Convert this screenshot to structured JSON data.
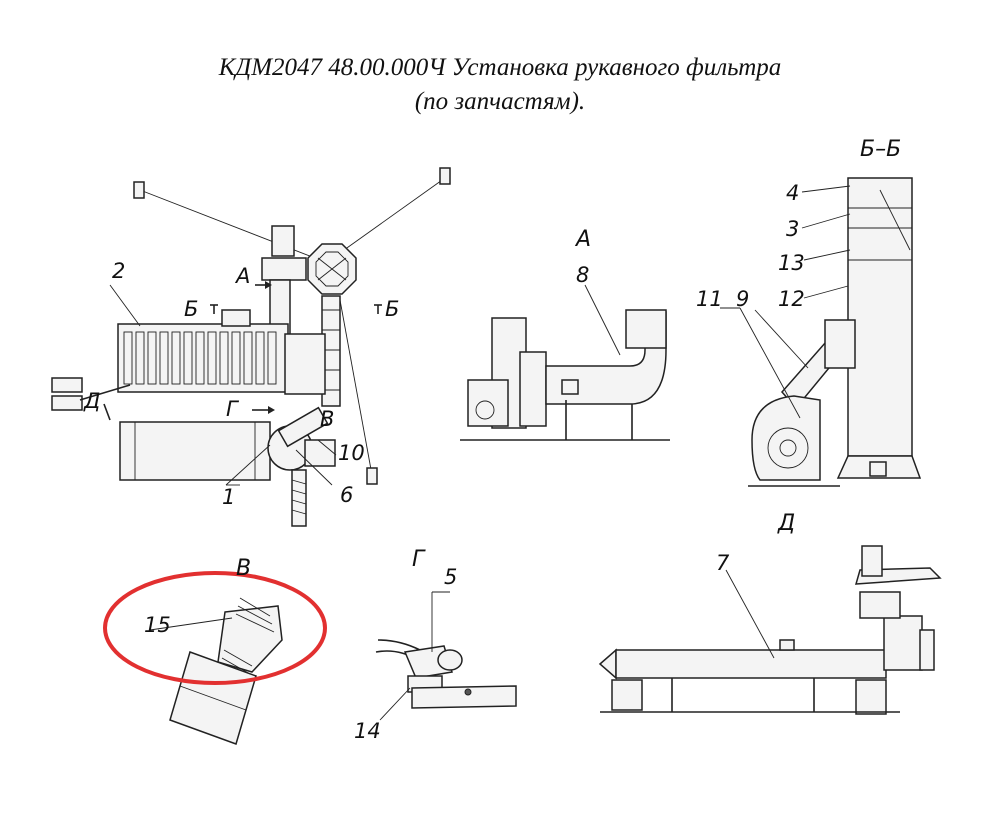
{
  "title_line1": "КДМ2047 48.00.000Ч Установка рукавного фильтра",
  "title_line2": "(по запчастям).",
  "views": {
    "A": "А",
    "B_section": "Б–Б",
    "V": "В",
    "G": "Г",
    "D": "Д",
    "B_mark_left": "Б",
    "B_mark_right": "Б"
  },
  "parts": {
    "p1": "1",
    "p2": "2",
    "p3": "3",
    "p4": "4",
    "p5": "5",
    "p6": "6",
    "p7": "7",
    "p8": "8",
    "p9": "9",
    "p10": "10",
    "p11": "11",
    "p12": "12",
    "p13": "13",
    "p14": "14",
    "p15": "15"
  },
  "highlight_color": "#e23030"
}
